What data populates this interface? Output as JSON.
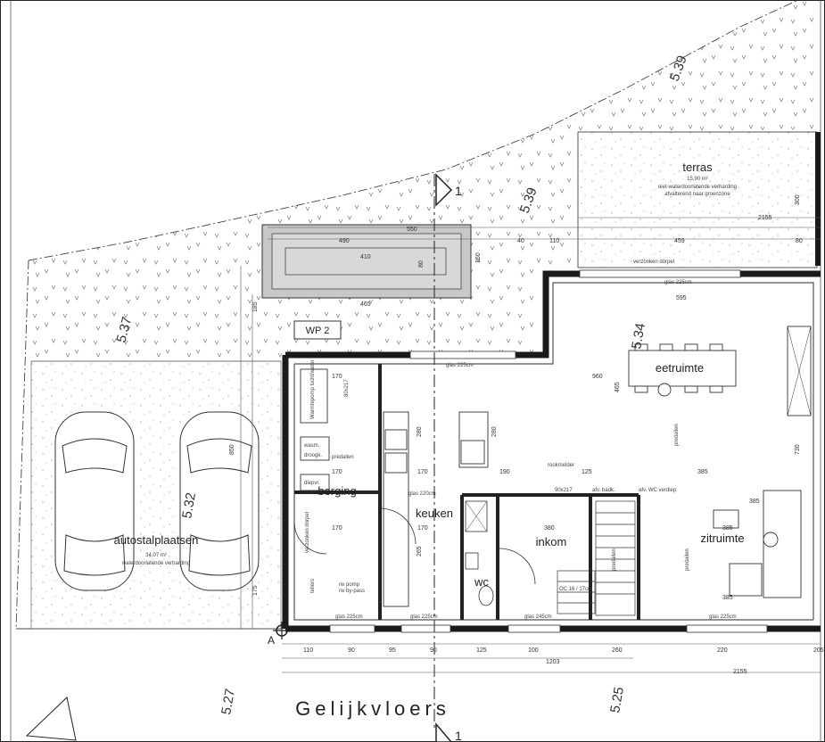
{
  "title": "Gelijkvloers",
  "section_marks": {
    "top": "1",
    "bottom": "1",
    "corner": "A"
  },
  "plot_dims": {
    "top": "5.39",
    "terrace_side": "5.39",
    "left": "5.37",
    "carport": "5.32",
    "bottom_left": "5.27",
    "bottom_center": "5.25",
    "living": "5.34"
  },
  "rooms": {
    "terras": {
      "name": "terras",
      "area": "15,90 m²",
      "note1": "niet-waterdoorlatende verharding",
      "note2": "afvalterend naar groenzone"
    },
    "autostal": {
      "name": "autostalplaatsen",
      "area": "34,07 m²",
      "note": "waterdoorlatende verharding"
    },
    "eetruimte": "eetruimte",
    "zitruimte": "zitruimte",
    "keuken": "keuken",
    "berging": "berging",
    "inkom": "inkom",
    "wc": "wc"
  },
  "labels": {
    "wp": "WP 2",
    "warmtepomp": "Warmtepomp lucht/water",
    "wasm": "wasm.",
    "droogk": "droogk.",
    "diepvr": "diepvr.",
    "predallen_a": "predallen",
    "predallen_b": "predallen",
    "predallen_c": "predallen",
    "predallen_d": "predallen",
    "rookmelder": "rookmelder",
    "afv_badk": "afv. badk.",
    "afv_wc": "afv. WC verdiep",
    "rw_pomp": "rw pomp",
    "rw_bypass": "rw by-pass",
    "verzonken": "verzonken dorpel",
    "stair": "OC 16 / 17cm",
    "door": "90x217",
    "door2": "80x217",
    "meter": "tellers",
    "wall_note": "verzonken dorpel"
  },
  "dims": {
    "cistern_550": "550",
    "cistern_490": "490",
    "cistern_410": "410",
    "cistern_465": "465",
    "cistern_160": "160",
    "cistern_80": "80",
    "d40": "40",
    "d110": "110",
    "d459": "459",
    "d80": "80",
    "d2155top": "2155",
    "d300": "300",
    "d595": "595",
    "d960": "960",
    "d465": "465",
    "d730": "730",
    "d385a": "385",
    "d385b": "385",
    "d385c": "385",
    "d385d": "385",
    "d125": "125",
    "d190": "190",
    "d170a": "170",
    "d170b": "170",
    "d170c": "170",
    "d170d": "170",
    "d170e": "170",
    "d280a": "280",
    "d280b": "280",
    "d380": "380",
    "d265": "265",
    "d185": "185",
    "d850": "850",
    "d175": "175",
    "b110": "110",
    "b90": "90",
    "b95": "95",
    "b90b": "90",
    "b125": "125",
    "b100": "100",
    "b260": "260",
    "b220": "220",
    "b205": "205",
    "b1203": "1203",
    "b2155": "2155",
    "glass1": "glas 225cm",
    "glass2": "glas 220cm",
    "glass3": "glas 225cm",
    "glass4": "glas 225cm",
    "glass5": "glas 245cm",
    "glass6": "glas 225cm",
    "glass7": "glas 225cm"
  },
  "colors": {
    "wall": "#1a1a1a",
    "ink": "#333333",
    "cistern_fill": "#c8c8c8"
  }
}
